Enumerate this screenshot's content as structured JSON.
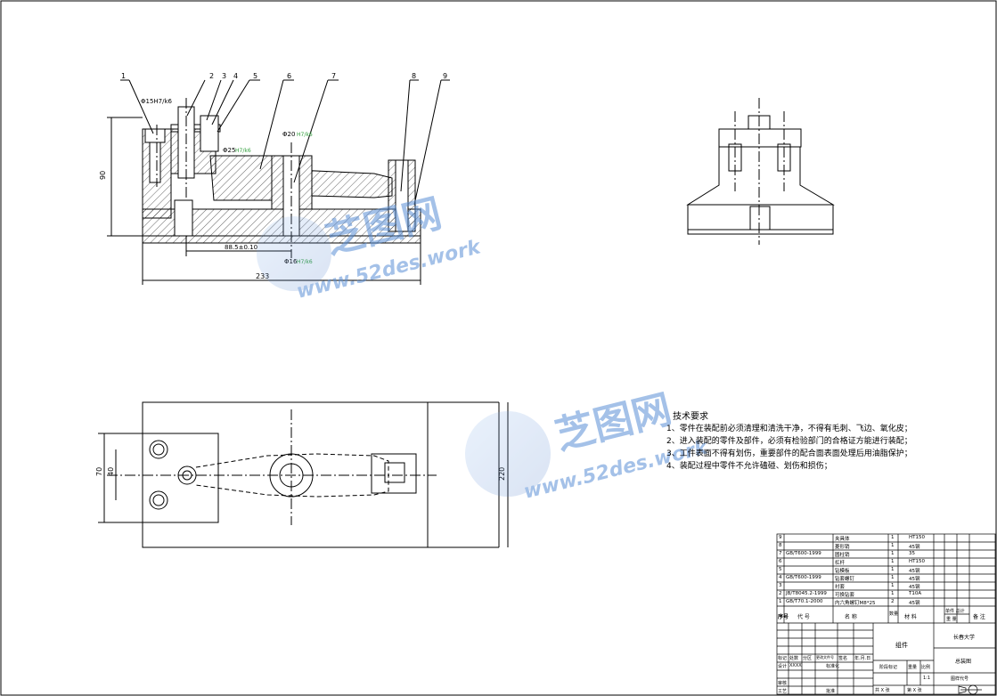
{
  "balloons": [
    "1",
    "2",
    "3",
    "4",
    "5",
    "6",
    "7",
    "8",
    "9"
  ],
  "dimensions": {
    "fit_left": "Φ15H7/k6",
    "dia25": "Φ25",
    "fit_25_suffix": "H7/k6",
    "dia20": "Φ20",
    "fit_20_suffix": "H7/k6",
    "dia16": "Φ16",
    "fit_16_suffix": "H7/k6",
    "overall_height": "90",
    "center_dist": "88.5±0.10",
    "overall_length": "233",
    "plan_width_outer": "70",
    "plan_width_inner": "40",
    "plan_right_height": "220"
  },
  "watermark": {
    "brand": "芝图网",
    "url": "www.52des.work",
    "color": "#5a8fd6"
  },
  "tech_requirements": {
    "title": "技术要求",
    "lines": [
      "1、零件在装配前必须清理和清洗干净，不得有毛刺、飞边、氧化皮；",
      "2、进入装配的零件及部件，必须有检验部门的合格证方能进行装配；",
      "3、工件表面不得有划伤，重要部件的配合面表面处理后用油脂保护；",
      "4、装配过程中零件不允许磕碰、划伤和损伤；"
    ]
  },
  "bom": {
    "rows": [
      {
        "no": "9",
        "code": "",
        "name": "夹具体",
        "qty": "1",
        "material": "HT150"
      },
      {
        "no": "8",
        "code": "",
        "name": "菱形销",
        "qty": "1",
        "material": "45钢"
      },
      {
        "no": "7",
        "code": "GB/T600-1999",
        "name": "圆柱销",
        "qty": "1",
        "material": "35"
      },
      {
        "no": "6",
        "code": "",
        "name": "杠杆",
        "qty": "1",
        "material": "HT150"
      },
      {
        "no": "5",
        "code": "",
        "name": "钻模板",
        "qty": "1",
        "material": "45钢"
      },
      {
        "no": "4",
        "code": "GB/T600-1999",
        "name": "钻套螺钉",
        "qty": "1",
        "material": "45钢"
      },
      {
        "no": "3",
        "code": "",
        "name": "衬套",
        "qty": "1",
        "material": "45钢"
      },
      {
        "no": "2",
        "code": "JB/T8045.2-1999",
        "name": "可换钻套",
        "qty": "1",
        "material": "T10A"
      },
      {
        "no": "1",
        "code": "GB/T70.1-2000",
        "name": "内六角螺钉M8*25",
        "qty": "2",
        "material": "45钢"
      }
    ],
    "header": {
      "no": "序号",
      "code": "代    号",
      "name": "名    称",
      "qty": "数量",
      "material": "材    料",
      "unit_total": "单件 总计",
      "weight": "重    量",
      "remark": "备  注"
    }
  },
  "title_block": {
    "assembly": "组件",
    "university": "长春大学",
    "drawing_name": "总装图",
    "mark": "标记",
    "count": "处数",
    "zone": "分区",
    "change_doc": "更改文件号",
    "sign": "签名",
    "date": "年.月.日",
    "design": "设计",
    "designer": "XXXX",
    "standardize": "标准化",
    "stage_mark": "阶段标记",
    "weight": "重量",
    "scale": "比例",
    "scale_value": "1:1",
    "review": "审核",
    "process": "工艺",
    "approve": "批准",
    "sheets": "共  X  张",
    "sheet_no": "第  X  张",
    "drawing_code": "图样代号"
  }
}
